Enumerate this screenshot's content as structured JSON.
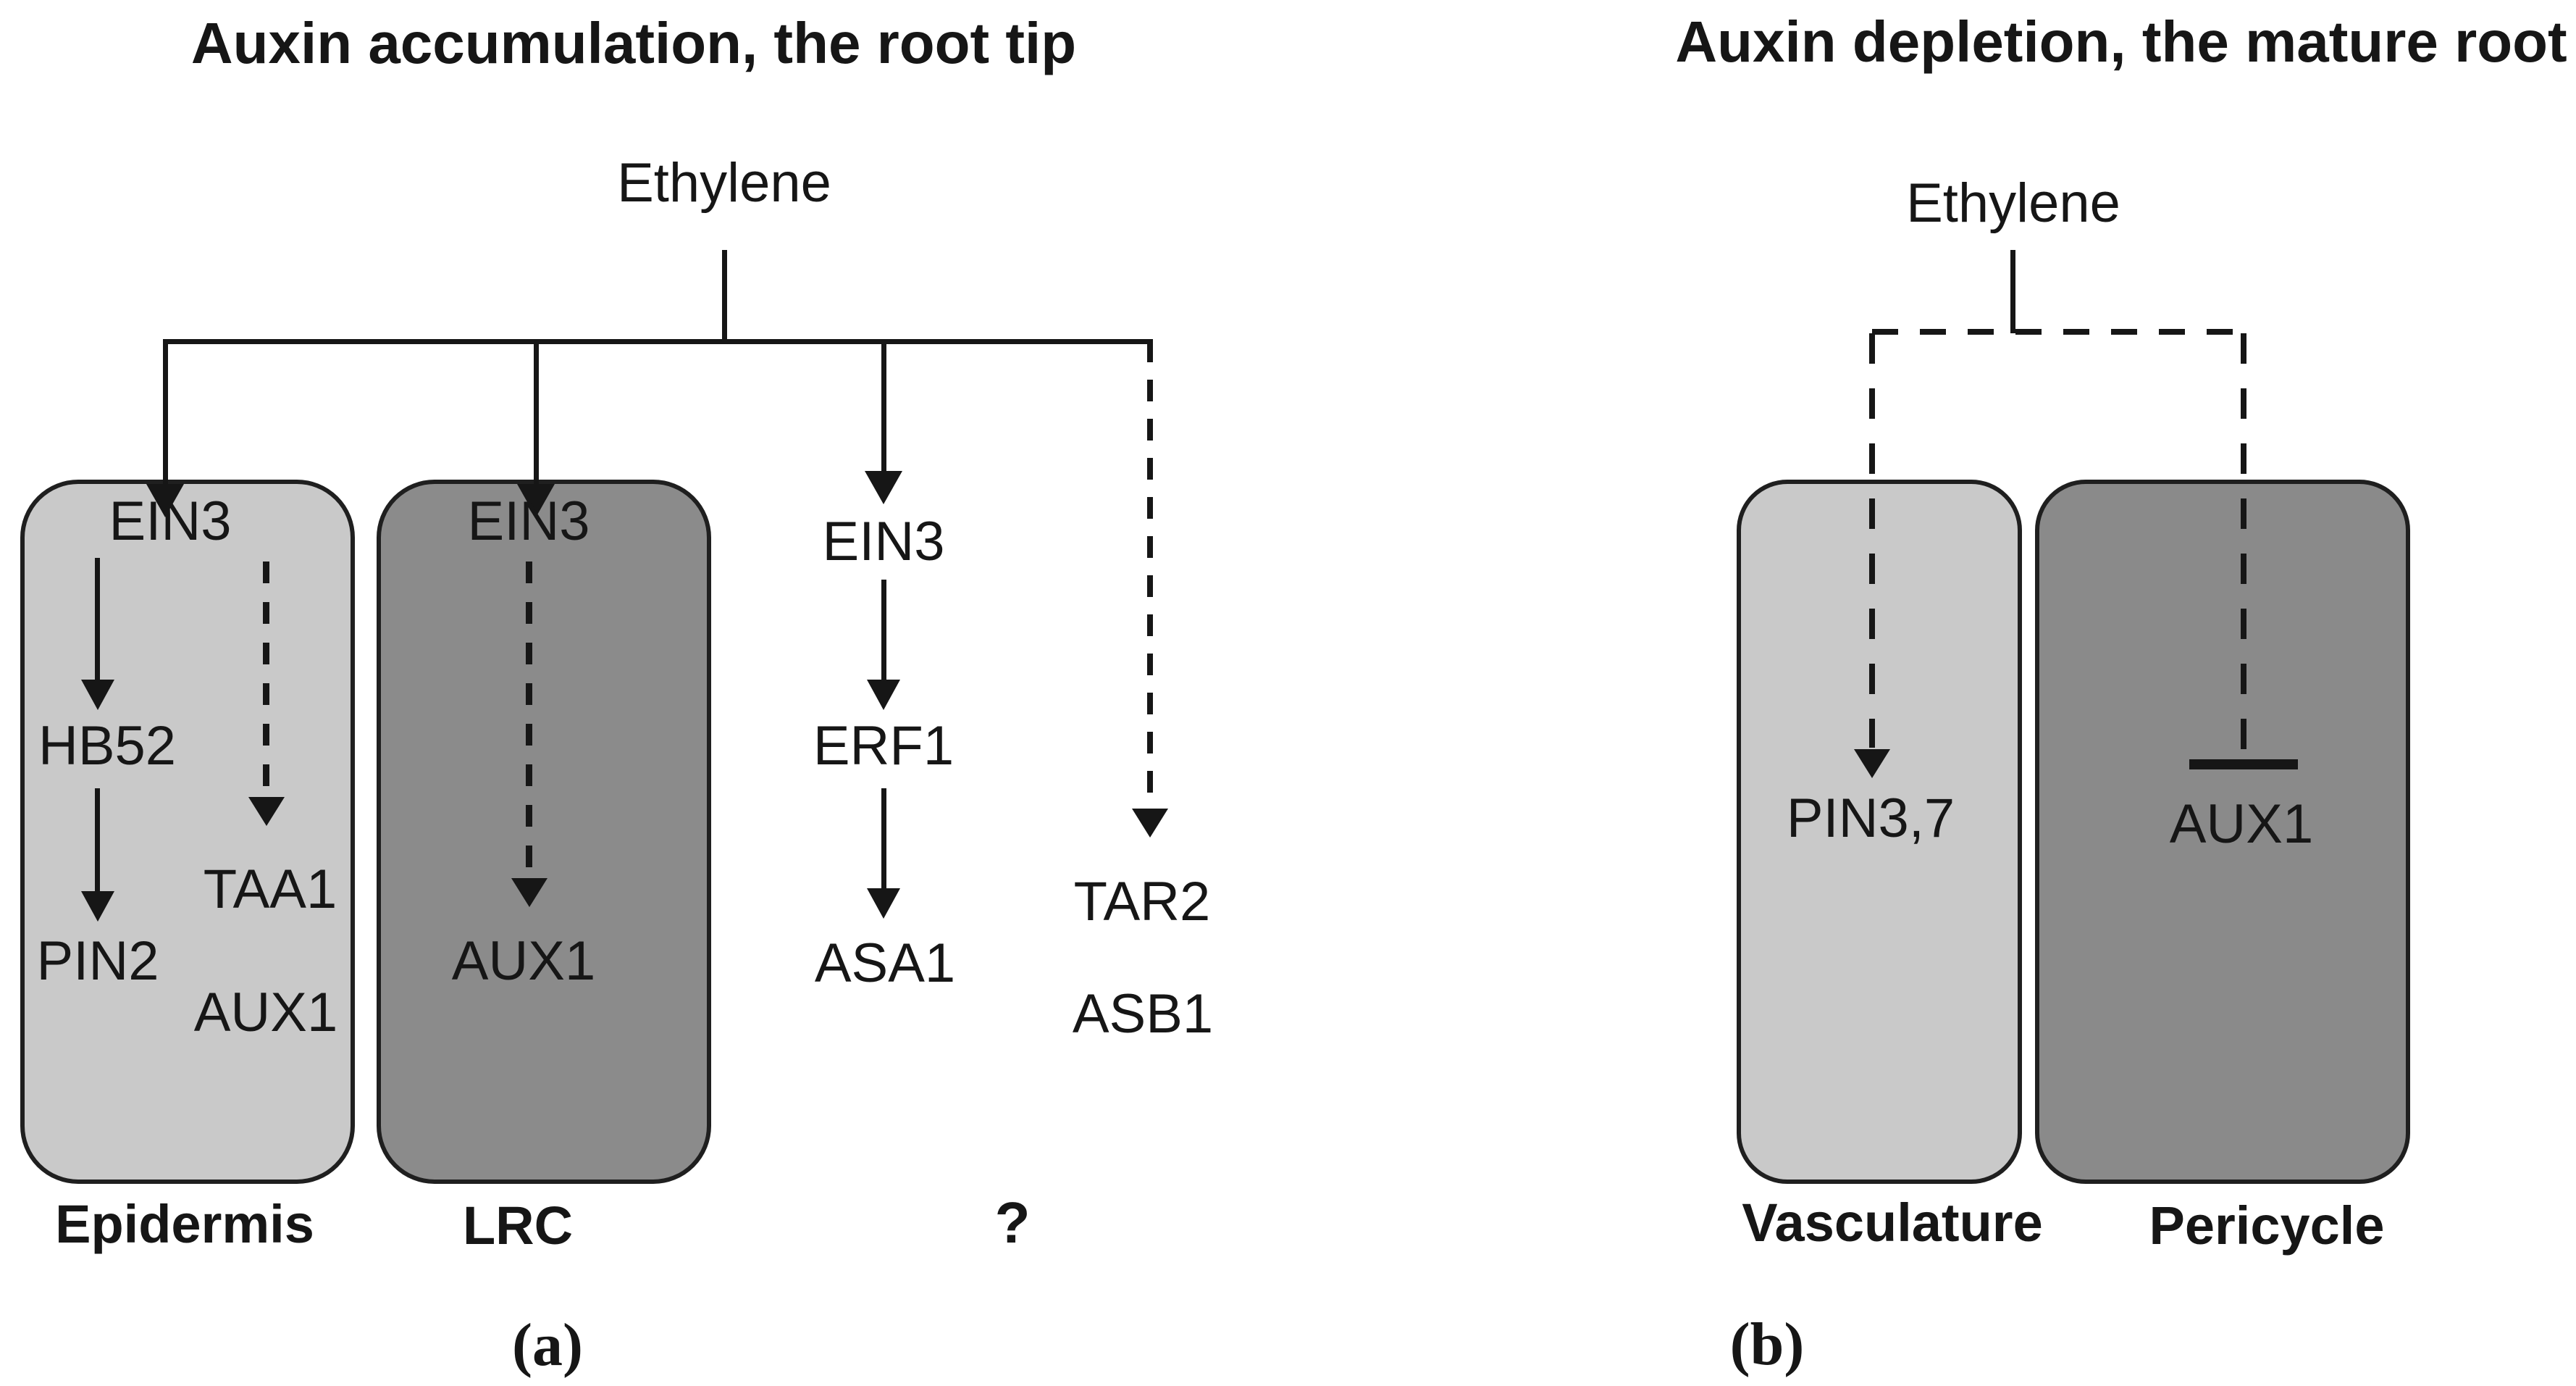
{
  "panel_a": {
    "title": "Auxin accumulation, the root tip",
    "hormone": "Ethylene",
    "panel_letter": "(a)",
    "epidermis": {
      "label": "Epidermis",
      "fill": "#c9c9c9",
      "ein3": "EIN3",
      "hb52": "HB52",
      "pin2": "PIN2",
      "taa1": "TAA1",
      "aux1": "AUX1"
    },
    "lrc": {
      "label": "LRC",
      "fill": "#8b8b8b",
      "ein3": "EIN3",
      "aux1": "AUX1"
    },
    "erf1_pathway": {
      "label": "?",
      "ein3": "EIN3",
      "erf1": "ERF1",
      "asa1": "ASA1"
    },
    "tar2_pathway": {
      "tar2": "TAR2",
      "asb1": "ASB1"
    }
  },
  "panel_b": {
    "title": "Auxin depletion, the mature root",
    "hormone": "Ethylene",
    "panel_letter": "(b)",
    "vasculature": {
      "label": "Vasculature",
      "fill": "#c9c9c9",
      "pin37": "PIN3,7"
    },
    "pericycle": {
      "label": "Pericycle",
      "fill": "#8a8a8a",
      "aux1": "AUX1"
    }
  },
  "colors": {
    "line": "#161616",
    "box_border": "#1f1f1f",
    "light_cell": "#c9c9c9",
    "dark_cell": "#8b8b8b",
    "background": "#ffffff"
  }
}
